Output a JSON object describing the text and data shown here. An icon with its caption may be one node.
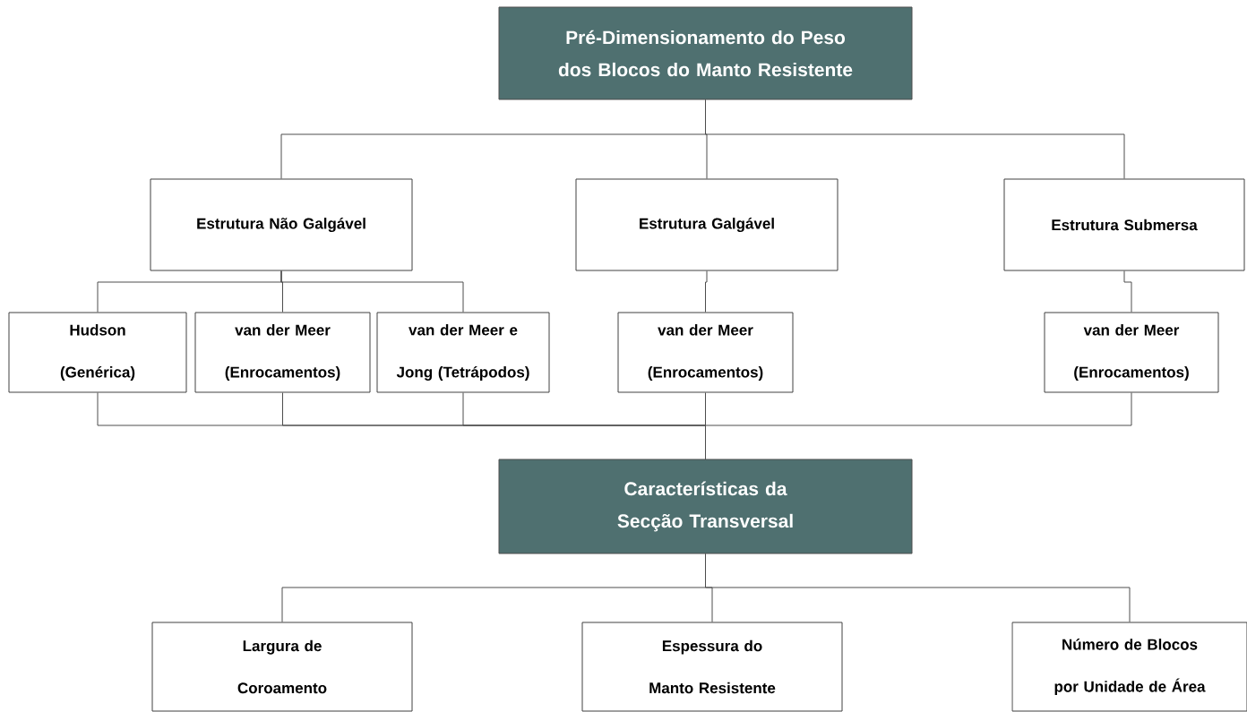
{
  "diagram": {
    "nodes": [
      {
        "text": [
          "Pré-Dimensionamento do Peso dos Blocos do Manto Resistente"
        ]
      },
      {
        "text": [
          "Estrutura Não Galgável"
        ]
      },
      {
        "text": [
          "Estrutura Galgável"
        ]
      },
      {
        "text": [
          "Estrutura Submersa"
        ]
      },
      {
        "text": [
          "Hudson (Genérica)"
        ]
      },
      {
        "text": [
          "van der Meer (Enrocamentos)"
        ]
      },
      {
        "text": [
          "van der Meer e Jong (Tetrápodos)"
        ]
      },
      {
        "text": [
          "van der Meer (Enrocamentos)"
        ]
      },
      {
        "text": [
          "van der Meer (Enrocamentos)"
        ]
      },
      {
        "text": [
          "Características da Secção Transversal"
        ]
      },
      {
        "text": [
          "Largura de Coroamento"
        ]
      },
      {
        "text": [
          "Espessura do Manto Resistente"
        ]
      },
      {
        "text": [
          "Número de Blocos por Unidade de Área"
        ]
      }
    ],
    "edges": [
      {
        "from": 0,
        "to": 1,
        "arrow": "none"
      },
      {
        "from": 0,
        "to": 2,
        "arrow": "none"
      },
      {
        "from": 0,
        "to": 3,
        "arrow": "none"
      },
      {
        "from": 1,
        "to": 4,
        "arrow": "none"
      },
      {
        "from": 1,
        "to": 5,
        "arrow": "none"
      },
      {
        "from": 1,
        "to": 6,
        "arrow": "none"
      },
      {
        "from": 2,
        "to": 7,
        "arrow": "none"
      },
      {
        "from": 3,
        "to": 8,
        "arrow": "none"
      },
      {
        "from": 4,
        "to": 9,
        "arrow": "none"
      },
      {
        "from": 5,
        "to": 9,
        "arrow": "none"
      },
      {
        "from": 6,
        "to": 9,
        "arrow": "none"
      },
      {
        "from": 7,
        "to": 9,
        "arrow": "none"
      },
      {
        "from": 8,
        "to": 9,
        "arrow": "none"
      },
      {
        "from": 9,
        "to": 10,
        "arrow": "none"
      },
      {
        "from": 9,
        "to": 11,
        "arrow": "none"
      },
      {
        "from": 9,
        "to": 12,
        "arrow": "none"
      }
    ]
  }
}
